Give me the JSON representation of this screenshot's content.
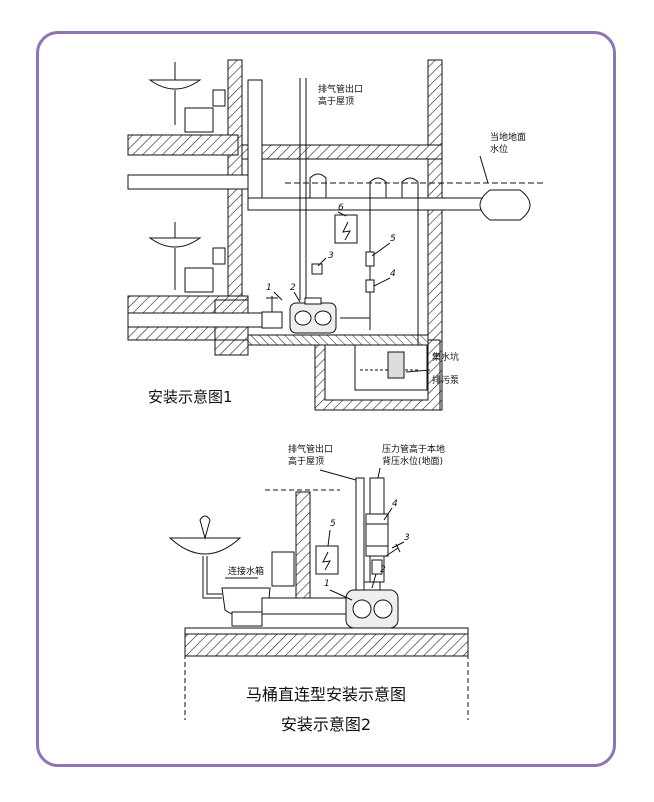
{
  "figure1": {
    "vent_label": [
      "排气管出口",
      "高于屋顶"
    ],
    "ground_label": [
      "当地地面",
      "水位"
    ],
    "pit_label": [
      "集水坑",
      "排污泵"
    ],
    "numbers": [
      "1",
      "2",
      "3",
      "4",
      "5",
      "6"
    ],
    "caption": "安装示意图1"
  },
  "figure2": {
    "vent_label": [
      "排气管出口",
      "高于屋顶"
    ],
    "pressure_label": [
      "压力管高于本地",
      "背压水位(地面)"
    ],
    "tank_label": "连接水箱",
    "numbers": [
      "1",
      "2",
      "3",
      "4",
      "5"
    ],
    "title": "马桶直连型安装示意图",
    "caption": "安装示意图2"
  },
  "colors": {
    "frame": "#8e74b7",
    "line": "#111111"
  }
}
